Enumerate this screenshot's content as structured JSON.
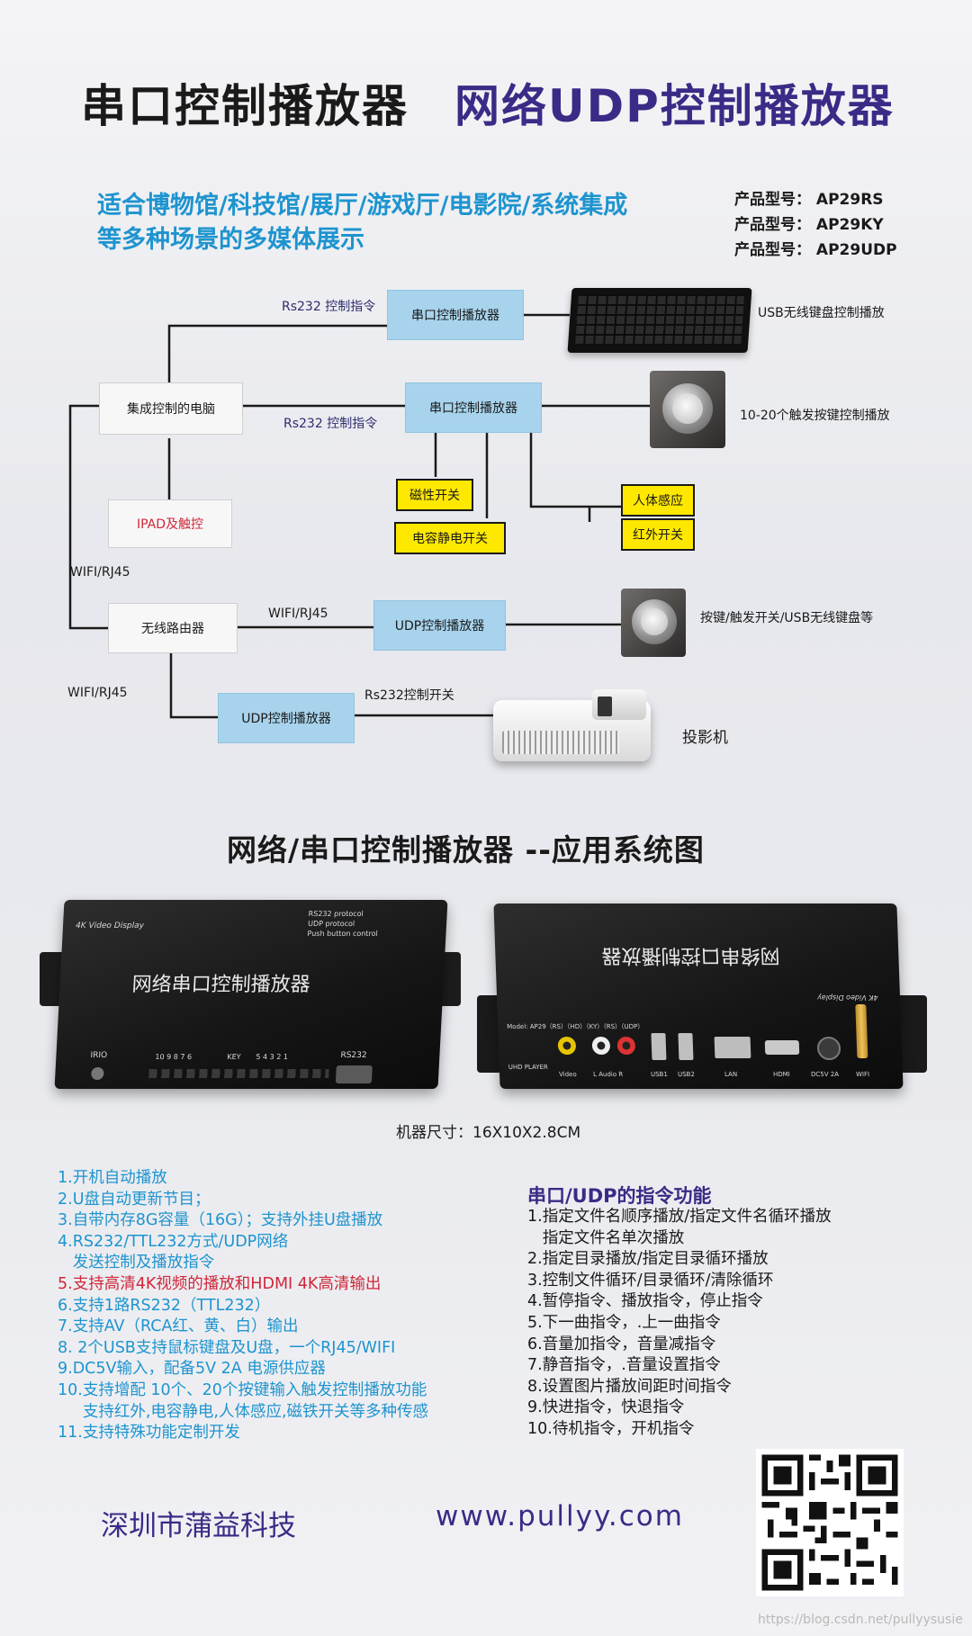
{
  "header": {
    "title_left": "串口控制播放器",
    "title_right": "网络UDP控制播放器",
    "subtitle_line1": "适合博物馆/科技馆/展厅/游戏厅/电影院/系统集成",
    "subtitle_line2": "等多种场景的多媒体展示",
    "models": [
      "产品型号： AP29RS",
      "产品型号： AP29KY",
      "产品型号： AP29UDP"
    ]
  },
  "diagram": {
    "nodes": {
      "serial_player_top": "串口控制播放器",
      "pc": "集成控制的电脑",
      "serial_player_mid": "串口控制播放器",
      "ipad": "IPAD及触控",
      "magnetic": "磁性开关",
      "capacitive": "电容静电开关",
      "body_sense": "人体感应",
      "infrared": "红外开关",
      "router": "无线路由器",
      "udp_player_1": "UDP控制播放器",
      "udp_player_2": "UDP控制播放器"
    },
    "labels": {
      "rs232_1": "Rs232 控制指令",
      "rs232_2": "Rs232 控制指令",
      "usb_keyboard": "USB无线键盘控制播放",
      "buttons": "10-20个触发按键控制播放",
      "wifi_left": "WIFI/RJ45",
      "wifi_mid": "WIFI/RJ45",
      "wifi_bottom": "WIFI/RJ45",
      "rs232_switch": "Rs232控制开关",
      "udp_devices": "按键/触发开关/USB无线键盘等",
      "projector": "投影机"
    }
  },
  "section_title": "网络/串口控制播放器 --应用系统图",
  "device_left": {
    "label": "网络串口控制播放器",
    "badge": "4K Video Display",
    "protocol": [
      "RS232 protocol",
      "UDP    protocol",
      "Push    button control"
    ],
    "irio": "IRIO",
    "digits_a": "10  9  8  7  6",
    "key": "KEY",
    "digits_b": "5  4  3  2  1",
    "rs232": "RS232"
  },
  "device_right": {
    "label": "网络串口控制播放器",
    "badge": "4K Video Display",
    "model_line": "Model: AP29（RS）（HD）（KY）（RS）（UDP）",
    "ports": [
      "Video",
      "L  Audio  R",
      "USB1",
      "USB2",
      "LAN",
      "HDMI",
      "DC5V 2A",
      "WIFI"
    ],
    "player": "UHD PLAYER"
  },
  "size_text": "机器尺寸：16X10X2.8CM",
  "features": [
    "1.开机自动播放",
    "2.U盘自动更新节目；",
    "3.自带内存8G容量（16G）；支持外挂U盘播放",
    "4.RS232/TTL232方式/UDP网络",
    "   发送控制及播放指令",
    "5.支持高清4K视频的播放和HDMI 4K高清输出",
    "6.支持1路RS232（TTL232）",
    "7.支持AV（RCA红、黄、白）输出",
    "8. 2个USB支持鼠标键盘及U盘，一个RJ45/WIFI",
    "9.DC5V输入，配备5V 2A 电源供应器",
    "10.支持增配 10个、20个按键输入触发控制播放功能",
    "     支持红外,电容静电,人体感应,磁铁开关等多种传感",
    "11.支持特殊功能定制开发"
  ],
  "commands": {
    "title": "串口/UDP的指令功能",
    "items": [
      "1.指定文件名顺序播放/指定文件名循环播放",
      "   指定文件名单次播放",
      "2.指定目录播放/指定目录循环播放",
      "3.控制文件循环/目录循环/清除循环",
      "4.暂停指令、播放指令，停止指令",
      "5.下一曲指令，.上一曲指令",
      "6.音量加指令，音量减指令",
      "7.静音指令，.音量设置指令",
      "8.设置图片播放间距时间指令",
      "9.快进指令，快退指令",
      "10.待机指令，开机指令"
    ]
  },
  "footer": {
    "company": "深圳市蒲益科技",
    "url": "www.pullyy.com",
    "watermark": "https://blog.csdn.net/pullyysusie"
  },
  "colors": {
    "accent_purple": "#3b2a86",
    "accent_cyan": "#1e94cf",
    "highlight_red": "#d0263a",
    "box_blue": "#a7d3ec",
    "switch_yellow": "#ffe800"
  },
  "icons": [
    "keyboard-icon",
    "push-button-icon",
    "projector-icon",
    "qr-code-icon"
  ]
}
